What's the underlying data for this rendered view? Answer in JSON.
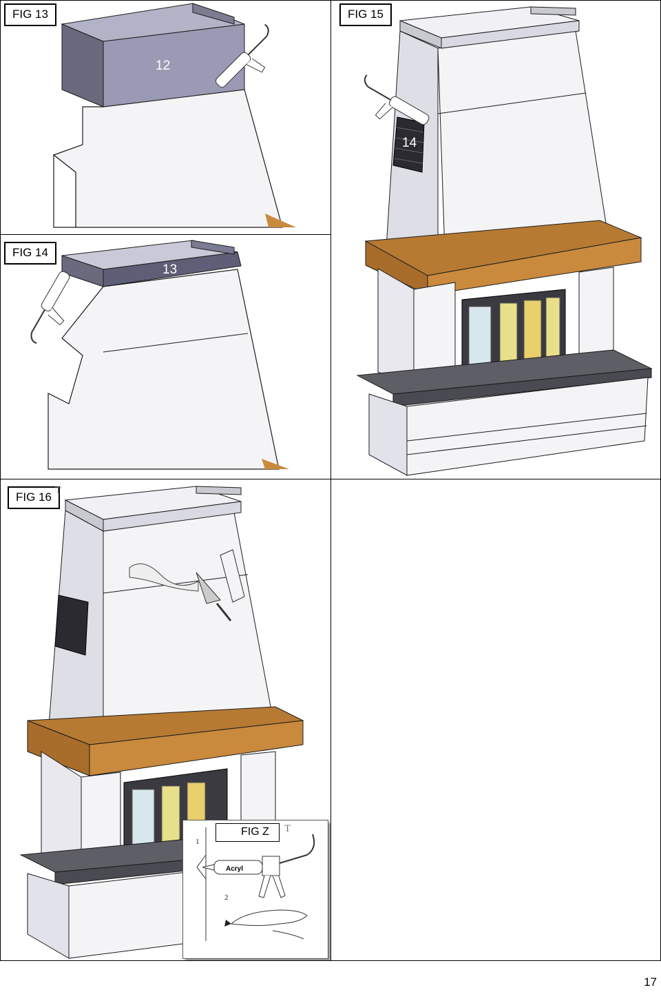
{
  "page": {
    "number": "17"
  },
  "figures": {
    "fig13": {
      "label": "FIG 13",
      "part_number": "12"
    },
    "fig14": {
      "label": "FIG 14",
      "part_number": "13"
    },
    "fig15": {
      "label": "FIG 15",
      "part_number": "14"
    },
    "fig16": {
      "label": "FIG 16",
      "t_mark": "T"
    },
    "figz": {
      "label": "FIG Z",
      "t_mark": "T",
      "step1": "1",
      "step2": "2",
      "cartridge_text": "Acryl"
    }
  },
  "colors": {
    "wall": "#f4f4f6",
    "shade": "#c9c9d2",
    "top_piece": "#9a9ab4",
    "wood": "#c98a3e",
    "stone": "#5e5e66",
    "outline": "#1a1a1a"
  }
}
